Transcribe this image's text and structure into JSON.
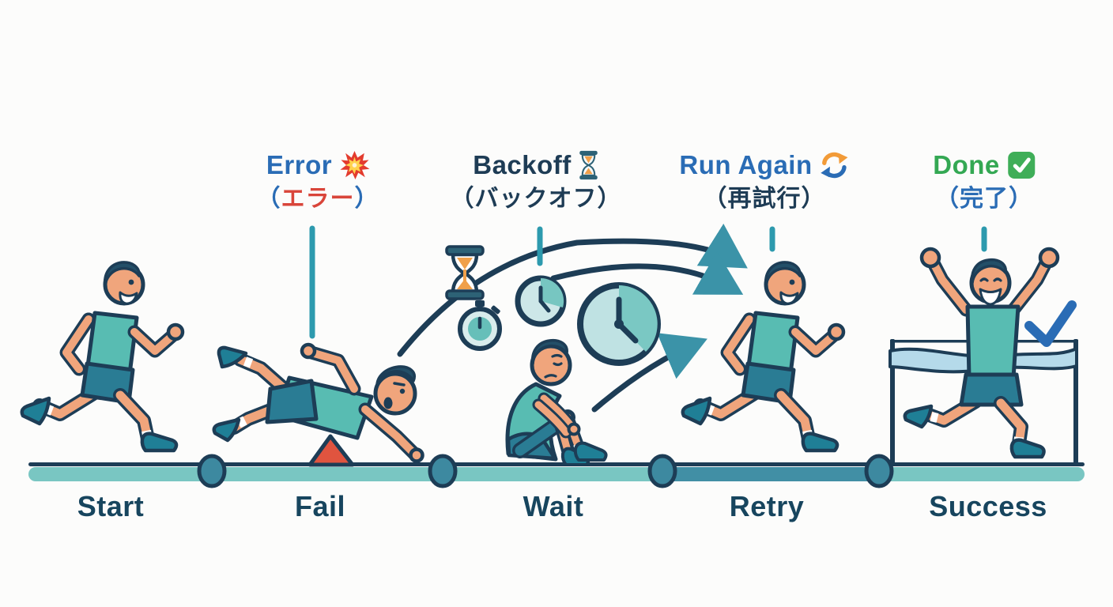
{
  "annotations": [
    {
      "word": "Error",
      "icon": "burst-icon",
      "paren_open": "（",
      "jp": "エラー",
      "paren_close": "）",
      "word_color": "#2a6cb5",
      "jp_color": "#d9453a",
      "paren_color": "#2a6cb5"
    },
    {
      "word": "Backoff",
      "icon": "hourglass-icon",
      "paren_open": "（",
      "jp": "バックオフ",
      "paren_close": "）",
      "word_color": "#1e3c55",
      "jp_color": "#1e3c55",
      "paren_color": "#1e3c55"
    },
    {
      "word": "Run Again",
      "icon": "refresh-icon",
      "paren_open": "（",
      "jp": "再試行",
      "paren_close": "）",
      "word_color": "#2a6cb5",
      "jp_color": "#1e3c55",
      "paren_color": "#1e3c55"
    },
    {
      "word": "Done",
      "icon": "check-icon",
      "paren_open": "（",
      "jp": "完了",
      "paren_close": "）",
      "word_color": "#34a853",
      "jp_color": "#2a6cb5",
      "paren_color": "#2a6cb5"
    }
  ],
  "stages": [
    {
      "label": "Start"
    },
    {
      "label": "Fail"
    },
    {
      "label": "Wait"
    },
    {
      "label": "Retry"
    },
    {
      "label": "Success"
    }
  ],
  "colors": {
    "accent_teal": "#3b93a8",
    "tick_teal": "#2d9aae",
    "timeline_teal": "#79c6c2",
    "timeline_dark_segment": "#418fa5",
    "outline_navy": "#1d3d56",
    "stage_label_navy": "#17455e",
    "blue": "#2a6cb5",
    "red": "#d9453a",
    "green": "#34a853",
    "shirt_teal": "#58bcb2",
    "shorts_teal": "#2a7c94",
    "skin": "#f0a57c",
    "hair_navy": "#234f68",
    "sand_orange": "#f0a04a",
    "obstacle_red": "#e0543f",
    "ribbon_blue": "#b5daea",
    "clock_face_light": "#cde7e8",
    "clock_face_dark": "#77c6c1"
  }
}
